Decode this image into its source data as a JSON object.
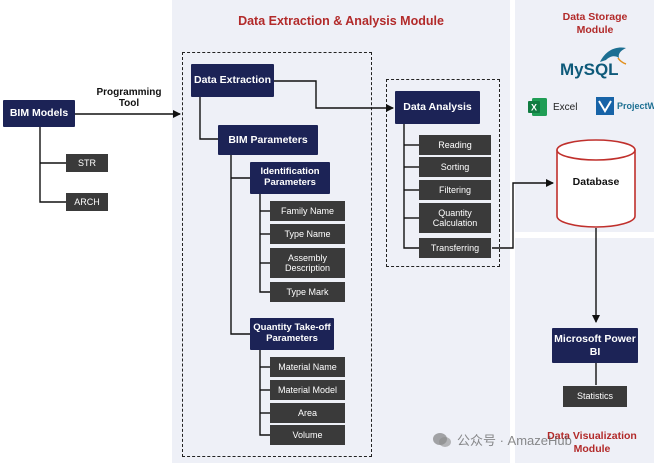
{
  "module_titles": {
    "extraction_analysis": "Data Extraction & Analysis Module",
    "storage": "Data Storage Module",
    "visualization": "Data Visualization Module"
  },
  "left": {
    "bim_models": "BIM Models",
    "programming_tool": "Programming Tool",
    "str": "STR",
    "arch": "ARCH"
  },
  "extraction": {
    "data_extraction": "Data Extraction",
    "bim_parameters": "BIM Parameters",
    "identification_parameters": "Identification Parameters",
    "identification_items": [
      "Family Name",
      "Type Name",
      "Assembly Description",
      "Type Mark"
    ],
    "quantity_parameters": "Quantity Take-off Parameters",
    "quantity_items": [
      "Material Name",
      "Material Model",
      "Area",
      "Volume"
    ]
  },
  "analysis": {
    "data_analysis": "Data Analysis",
    "steps": [
      "Reading",
      "Sorting",
      "Filtering",
      "Quantity Calculation",
      "Transferring"
    ]
  },
  "storage": {
    "mysql": "MySQL",
    "excel": "Excel",
    "projectwise": "ProjectWi",
    "database": "Database"
  },
  "visualization": {
    "power_bi": "Microsoft Power BI",
    "statistics": "Statistics"
  },
  "watermark": "公众号 · AmazeHub",
  "colors": {
    "navy": "#1c2356",
    "gray_box": "#3a3a3a",
    "title_red": "#b22a2a",
    "panel_bg": "#eef0f7",
    "database_border": "#c0302c"
  }
}
